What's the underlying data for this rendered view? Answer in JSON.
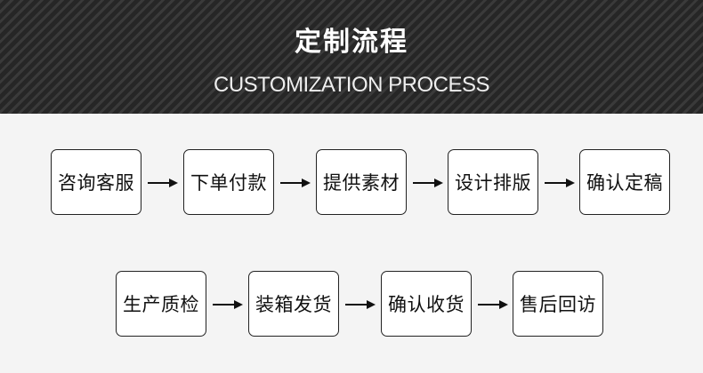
{
  "header": {
    "title": "定制流程",
    "subtitle": "CUSTOMIZATION PROCESS"
  },
  "steps_row1": [
    "咨询客服",
    "下单付款",
    "提供素材",
    "设计排版",
    "确认定稿"
  ],
  "steps_row2": [
    "生产质检",
    "装箱发货",
    "确认收货",
    "售后回访"
  ],
  "colors": {
    "banner": "#2f2f2f",
    "background": "#f4f4f4",
    "border": "#222222"
  }
}
